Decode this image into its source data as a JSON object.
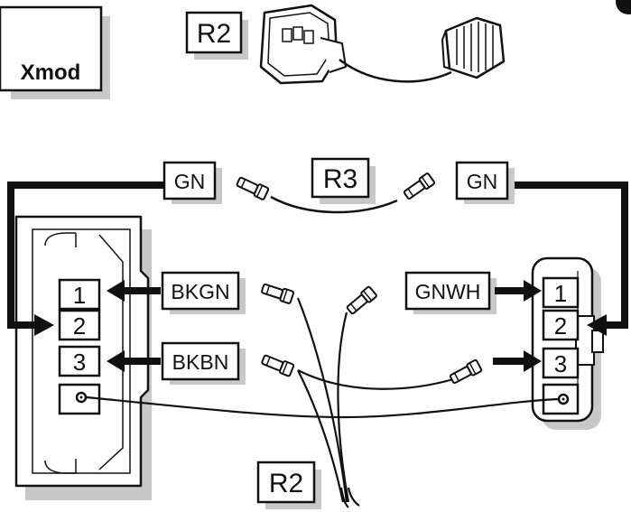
{
  "module": {
    "title": "Xmod"
  },
  "references": {
    "top": "R2",
    "middle": "R3",
    "bottom": "R2"
  },
  "wires": {
    "gn_left": "GN",
    "gn_right": "GN",
    "bkgn": "BKGN",
    "bkbn": "BKBN",
    "gnwh": "GNWH"
  },
  "left_connector": {
    "pins": [
      "1",
      "2",
      "3"
    ]
  },
  "right_connector": {
    "pins": [
      "1",
      "2",
      "3"
    ]
  },
  "colors": {
    "ink": "#111111",
    "shadow": "#c8c8c8",
    "connector_fill": "#ffffff",
    "connector_inner": "#f0f0f0"
  },
  "icons": {
    "pin_terminal": "pin-terminal-icon",
    "ground_stud": "ground-stud-icon",
    "plug": "plug-connector-icon"
  }
}
